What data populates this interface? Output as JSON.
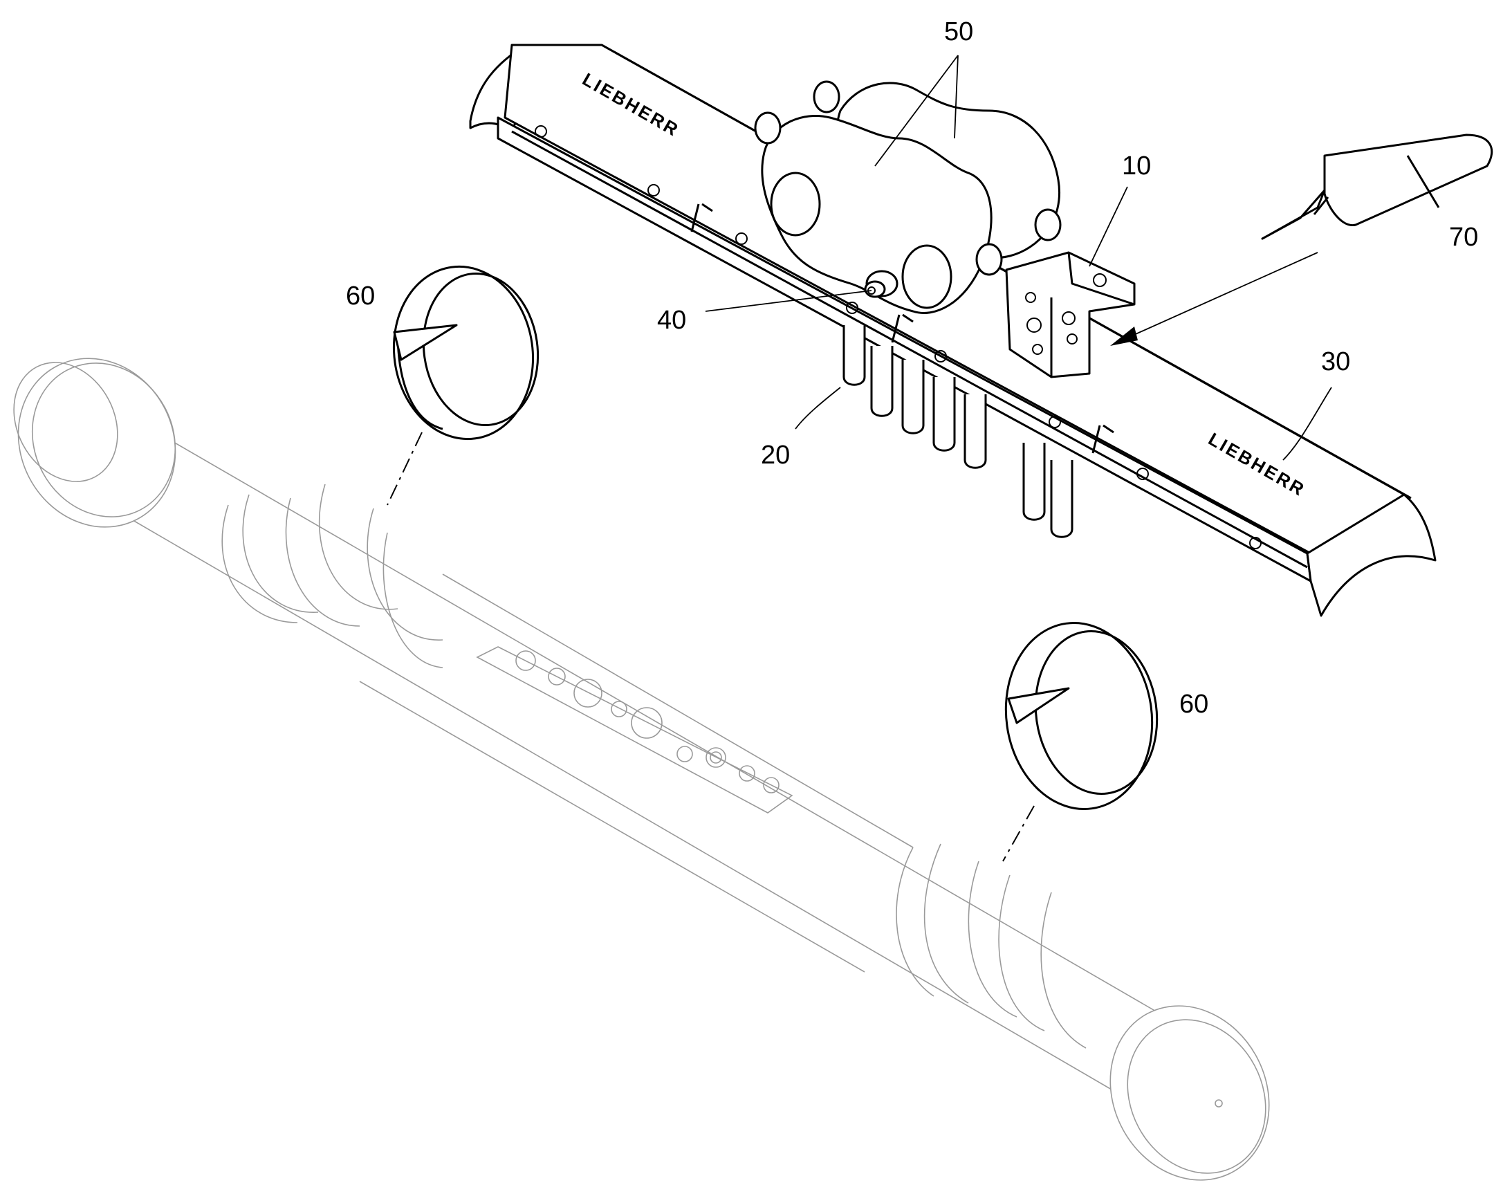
{
  "figure": {
    "logo_text": "LIEBHERR",
    "reference_numerals": {
      "housing_10": "10",
      "screws_20": "20",
      "wiper_bar_30": "30",
      "fitting_40": "40",
      "clamp_halves_50": "50",
      "guide_rings_left_60": "60",
      "guide_rings_right_60": "60",
      "applicator_70": "70"
    }
  }
}
